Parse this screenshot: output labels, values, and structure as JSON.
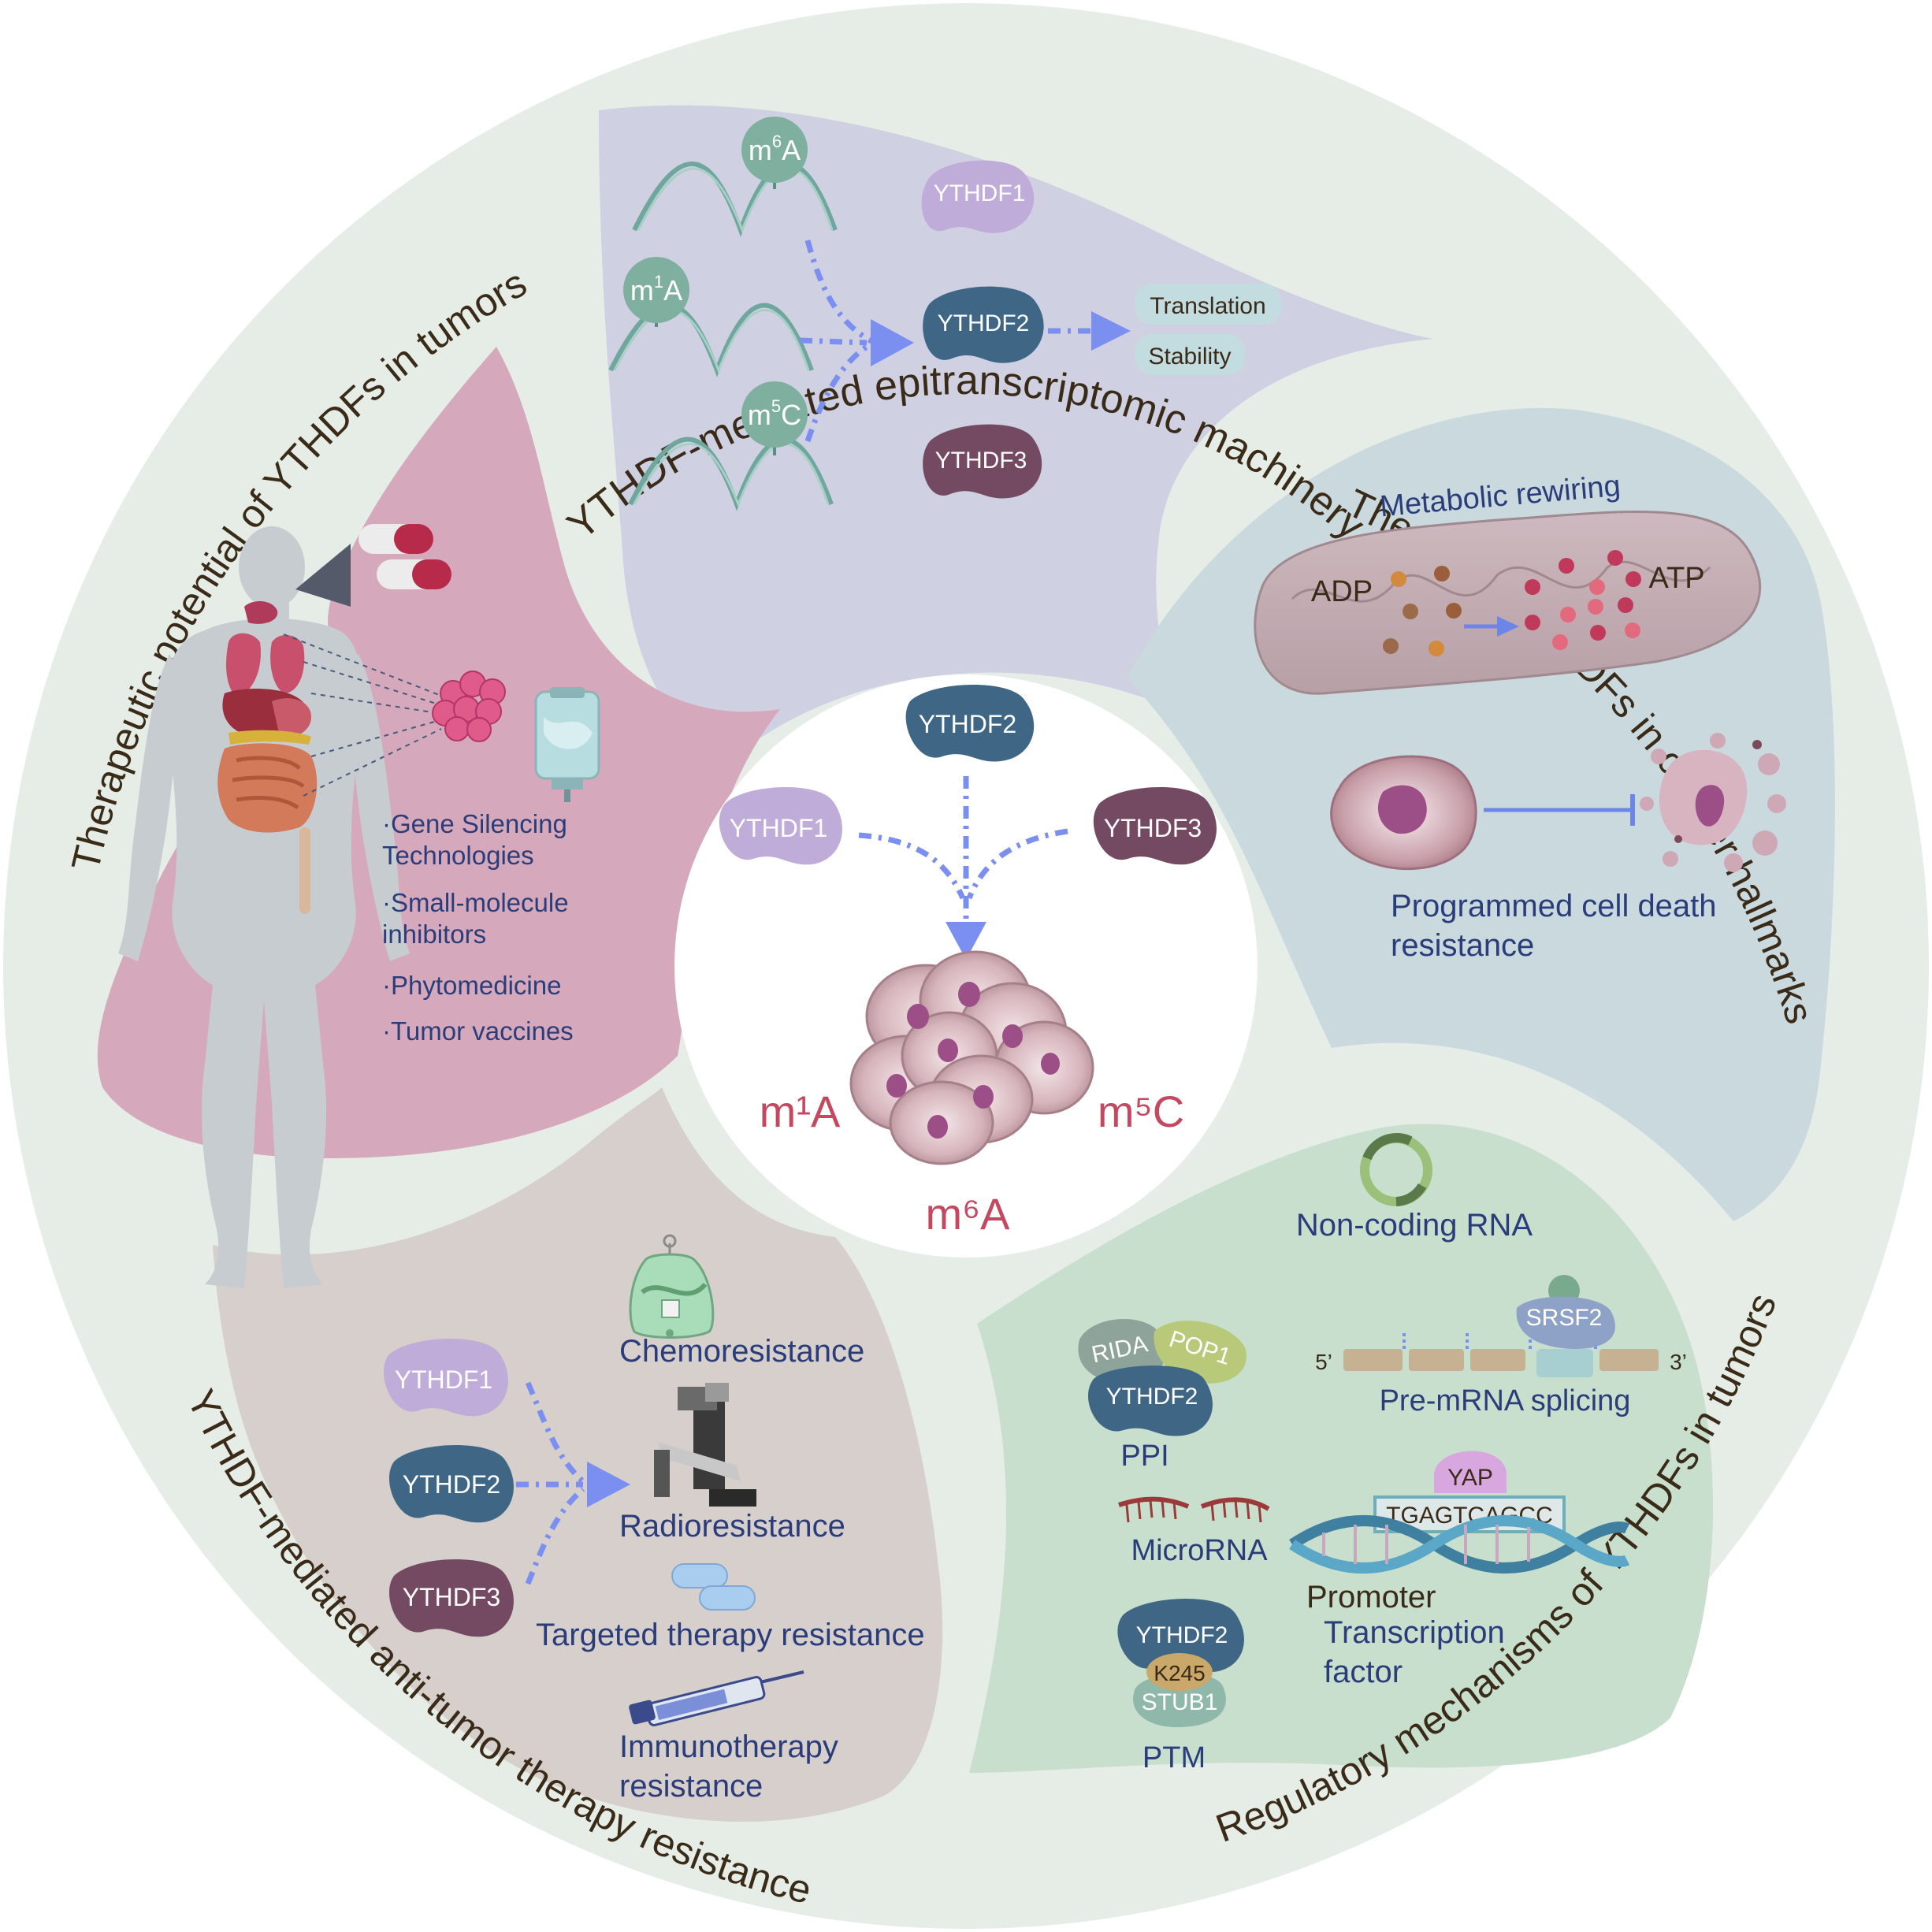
{
  "colors": {
    "outer_ring": "#e6ede7",
    "top_petal": "#cfd0e1",
    "right_petal": "#c9d9de",
    "bottomright_petal": "#c7dfcc",
    "bottomleft_petal": "#d6cfcb",
    "left_petal": "#d5a9bb",
    "ythdf1": "#c0acd8",
    "ythdf2": "#3f6785",
    "ythdf3": "#744a62",
    "arrow": "#7b8ff0",
    "accent_red": "#c44860",
    "dark_blue_text": "#2a3d7a",
    "ring_text": "#3a2a18"
  },
  "ring_titles": {
    "top": "YTHDF-mediated epitranscriptomic machinery",
    "right": "The role of YTHDFs in cancer hallmarks",
    "bottom_right": "Regulatory mechanisms of YTHDFs in tumors",
    "bottom_left": "YTHDF-mediated anti-tumor therapy resistance",
    "left": "Therapeutic potential of YTHDFs in tumors"
  },
  "proteins": {
    "f1": "YTHDF1",
    "f2": "YTHDF2",
    "f3": "YTHDF3"
  },
  "center": {
    "label_m1a": "m¹A",
    "label_m5c": "m⁵C",
    "label_m6a": "m⁶A"
  },
  "top_section": {
    "mod_m6a": {
      "base": "m",
      "sup": "6",
      "tail": "A"
    },
    "mod_m1a": {
      "base": "m",
      "sup": "1",
      "tail": "A"
    },
    "mod_m5c": {
      "base": "m",
      "sup": "5",
      "tail": "C"
    },
    "outcome_translation": "Translation",
    "outcome_stability": "Stability"
  },
  "right_section": {
    "metabolic_title": "Metabolic rewiring",
    "adp": "ADP",
    "atp": "ATP",
    "pcd_line1": "Programmed cell death",
    "pcd_line2": "resistance"
  },
  "bottom_right_section": {
    "ncrna": "Non-coding RNA",
    "rida": "RIDA",
    "pop1": "POP1",
    "ythdf2": "YTHDF2",
    "ppi": "PPI",
    "five_prime": "5’",
    "three_prime": "3’",
    "srsf2": "SRSF2",
    "splicing": "Pre-mRNA splicing",
    "yap": "YAP",
    "sequence": "TGAGTCAGCC",
    "microrna": "MicroRNA",
    "promoter": "Promoter",
    "tf_line1": "Transcription",
    "tf_line2": "factor",
    "k245": "K245",
    "stub1": "STUB1",
    "ptm": "PTM"
  },
  "bottom_left_section": {
    "chemo": "Chemoresistance",
    "radio": "Radioresistance",
    "targeted": "Targeted therapy resistance",
    "immuno_line1": "Immunotherapy",
    "immuno_line2": "resistance"
  },
  "left_section": {
    "items": [
      {
        "line1": "·Gene Silencing",
        "line2": "Technologies"
      },
      {
        "line1": "·Small-molecule",
        "line2": "inhibitors"
      },
      {
        "line1": "·Phytomedicine",
        "line2": ""
      },
      {
        "line1": "·Tumor vaccines",
        "line2": ""
      }
    ]
  }
}
